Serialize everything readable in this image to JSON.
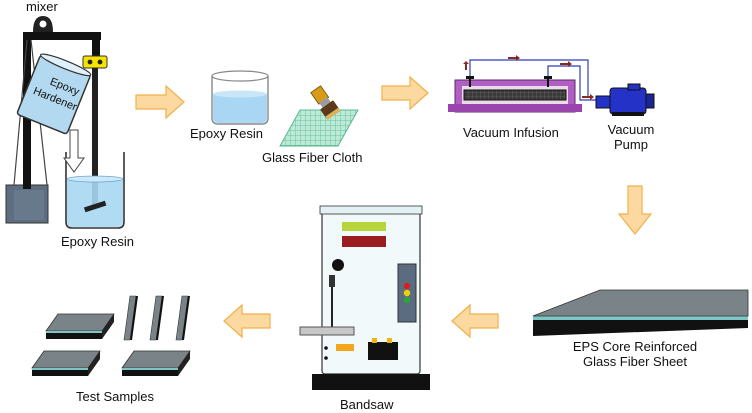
{
  "labels": {
    "mixer": "mixer",
    "epoxy_line1": "Epoxy",
    "hardener_line2": "Hardener",
    "epoxy_resin_beaker": "Epoxy Resin",
    "epoxy_resin_step2": "Epoxy Resin",
    "glass_fiber_cloth": "Glass Fiber Cloth",
    "vacuum_infusion": "Vacuum Infusion",
    "vacuum_pump_line1": "Vacuum",
    "vacuum_pump_line2": "Pump",
    "sheet_line1": "EPS Core Reinforced",
    "sheet_line2": "Glass Fiber Sheet",
    "bandsaw": "Bandsaw",
    "test_samples": "Test Samples"
  },
  "colors": {
    "arrow_fill": "#fcd9a0",
    "arrow_stroke": "#f2b04a",
    "resin_blue": "#a9d6f2",
    "mesh_green": "#7fd0b0",
    "infusion_purple": "#b15fc4",
    "pump_blue": "#2432c8",
    "sheet_gray": "#7a8488",
    "sheet_teal": "#7cc6c4",
    "bandsaw_lime": "#b7d53a",
    "bandsaw_maroon": "#9b1c1f"
  }
}
